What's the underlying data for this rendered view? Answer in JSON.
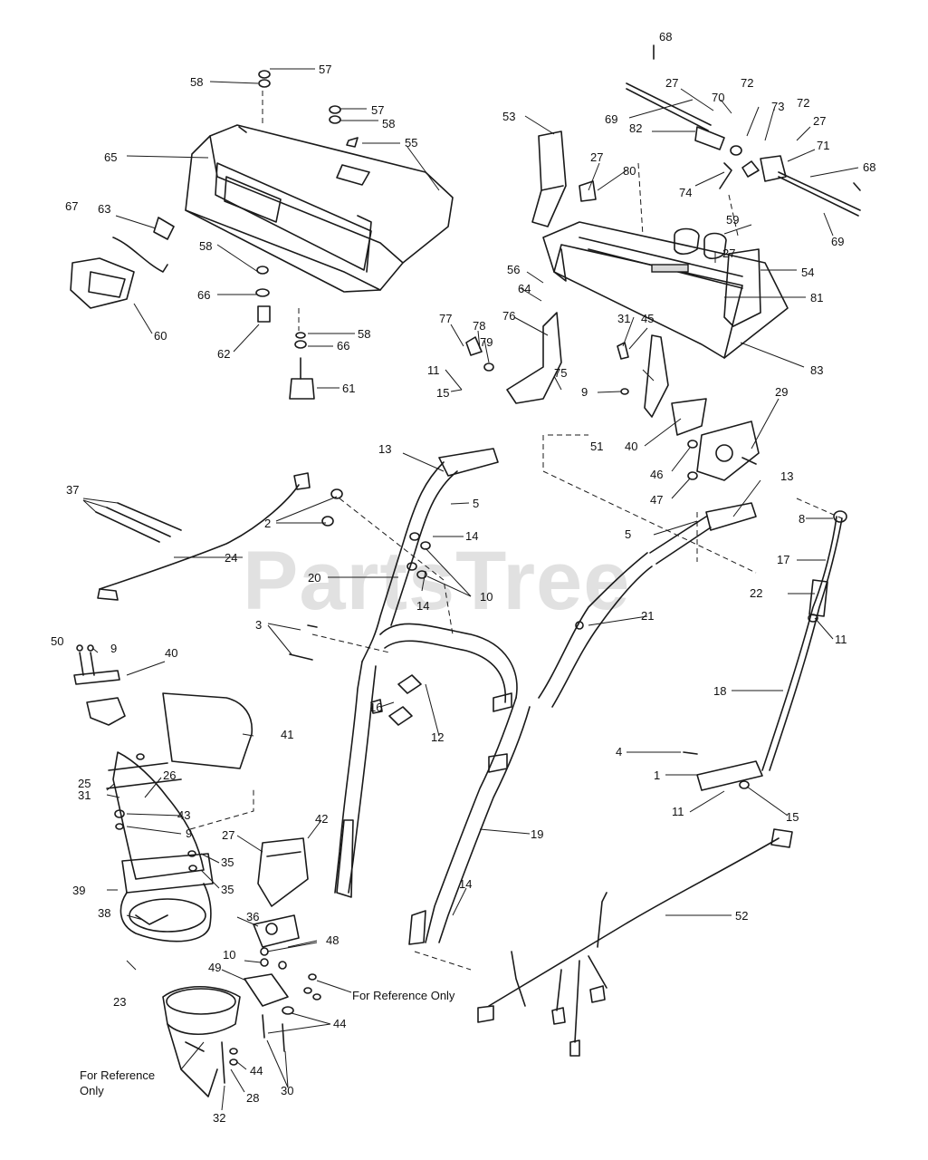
{
  "watermark": "PartsTree",
  "notes": [
    "For Reference Only",
    "For Reference\nOnly"
  ],
  "part_numbers": [
    "1",
    "2",
    "3",
    "4",
    "5",
    "5",
    "8",
    "9",
    "9",
    "9",
    "10",
    "10",
    "11",
    "11",
    "11",
    "12",
    "13",
    "13",
    "14",
    "14",
    "14",
    "15",
    "15",
    "16",
    "17",
    "18",
    "19",
    "20",
    "21",
    "22",
    "23",
    "24",
    "25",
    "26",
    "27",
    "27",
    "27",
    "27",
    "27",
    "28",
    "29",
    "30",
    "31",
    "31",
    "32",
    "35",
    "35",
    "36",
    "37",
    "38",
    "39",
    "40",
    "40",
    "41",
    "42",
    "43",
    "44",
    "44",
    "45",
    "46",
    "47",
    "48",
    "49",
    "50",
    "51",
    "52",
    "53",
    "54",
    "55",
    "56",
    "57",
    "57",
    "58",
    "58",
    "58",
    "58",
    "59",
    "60",
    "61",
    "62",
    "63",
    "64",
    "65",
    "66",
    "66",
    "67",
    "68",
    "68",
    "69",
    "69",
    "70",
    "71",
    "72",
    "72",
    "73",
    "74",
    "75",
    "76",
    "77",
    "78",
    "79",
    "80",
    "81",
    "82",
    "83"
  ]
}
